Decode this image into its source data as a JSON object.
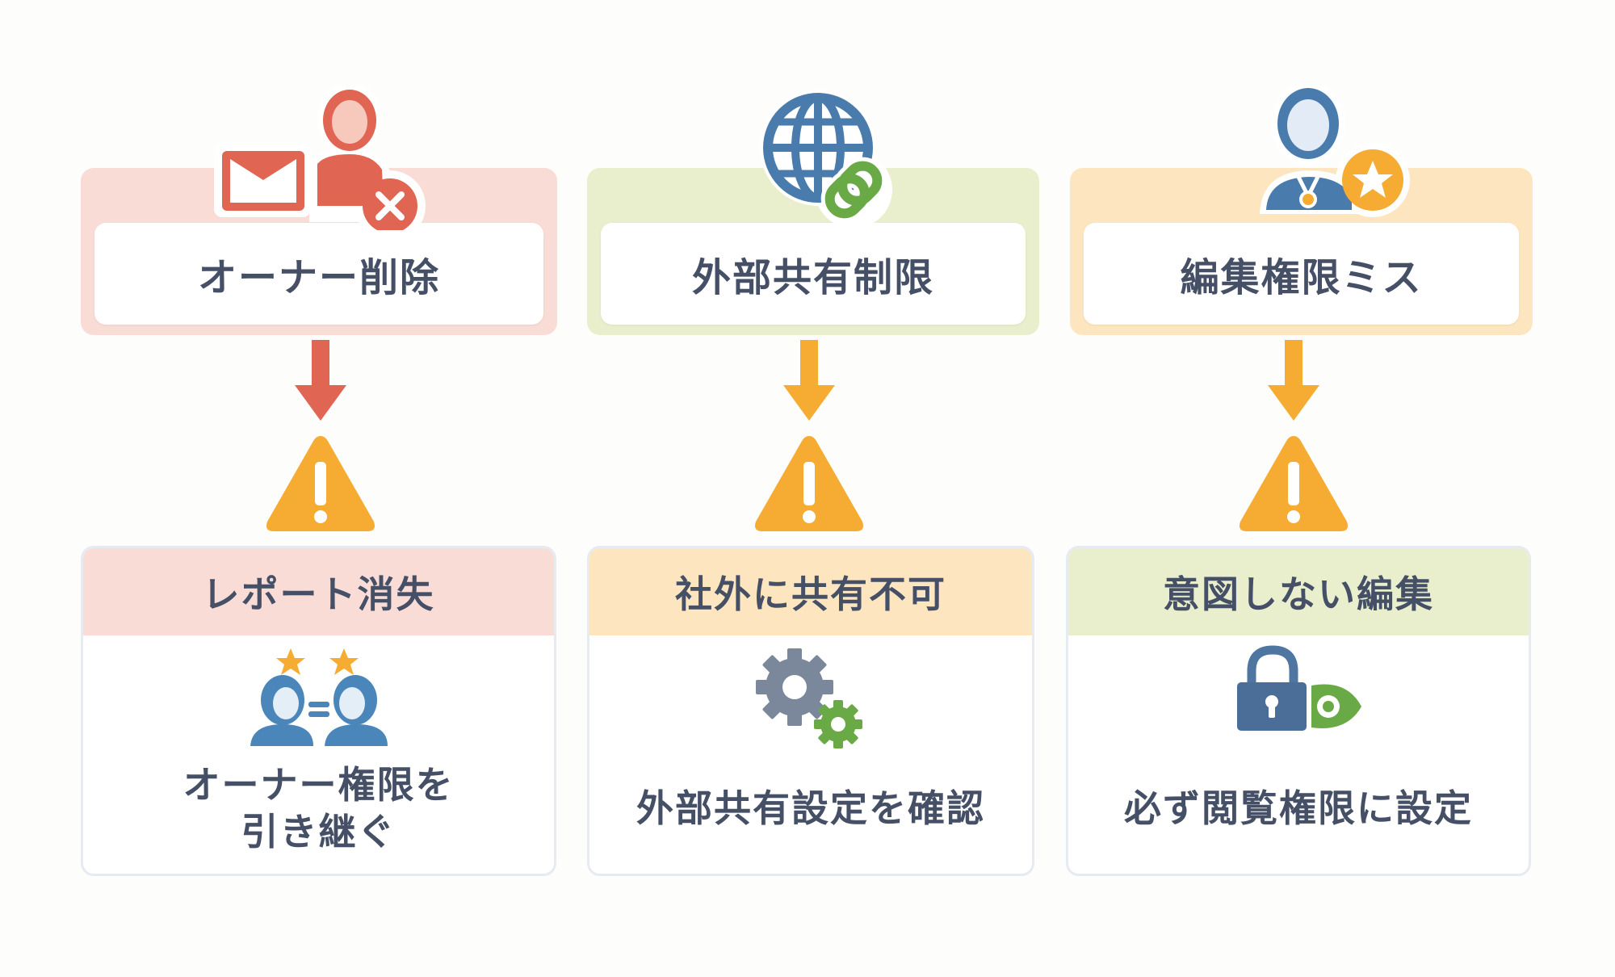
{
  "colors": {
    "text": "#454f66",
    "red": "#e06553",
    "orange": "#f6ac32",
    "blue": "#4a7bad",
    "green": "#6aaa46",
    "gray_gear": "#7b889c",
    "pink_bg": "#f9dcd6",
    "green_bg": "#e9eecd",
    "yellow_bg": "#fde6bf"
  },
  "columns": [
    {
      "cause": {
        "title": "オーナー削除",
        "icon": "mail-user-remove-icon"
      },
      "arrow_icon": "arrow-down-icon",
      "warning_icon": "warning-triangle-icon",
      "result": {
        "title": "レポート消失",
        "icon": "owner-transfer-icon",
        "action_line1": "オーナー権限を",
        "action_line2": "引き継ぐ"
      }
    },
    {
      "cause": {
        "title": "外部共有制限",
        "icon": "globe-link-icon"
      },
      "arrow_icon": "arrow-down-icon",
      "warning_icon": "warning-triangle-icon",
      "result": {
        "title": "社外に共有不可",
        "icon": "gears-icon",
        "action_line1": "外部共有設定を確認",
        "action_line2": ""
      }
    },
    {
      "cause": {
        "title": "編集権限ミス",
        "icon": "user-star-badge-icon"
      },
      "arrow_icon": "arrow-down-icon",
      "warning_icon": "warning-triangle-icon",
      "result": {
        "title": "意図しない編集",
        "icon": "lock-eye-icon",
        "action_line1": "必ず閲覧権限に設定",
        "action_line2": ""
      }
    }
  ]
}
